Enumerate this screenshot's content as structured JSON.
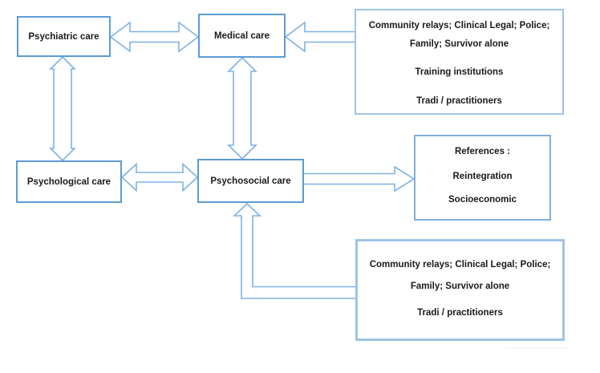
{
  "colors": {
    "box_border": "#5b9bd5",
    "panel_border": "#9dc3e6",
    "ref_border": "#7fafdf",
    "arrow_stroke": "#7fb2e5",
    "text_color": "#1a1a1a",
    "bg": "#ffffff"
  },
  "boxes": {
    "psychiatric": {
      "label": "Psychiatric care"
    },
    "medical": {
      "label": "Medical care"
    },
    "psychological": {
      "label": "Psychological care"
    },
    "psychosocial": {
      "label": "Psychosocial care"
    },
    "community_top": {
      "lines": [
        "Community relays; Clinical Legal; Police;",
        "Family; Survivor alone",
        "Training institutions",
        "Tradi / practitioners"
      ]
    },
    "references": {
      "lines": [
        "References :",
        "Reintegration",
        "Socioeconomic"
      ]
    },
    "community_bottom": {
      "lines": [
        "Community relays; Clinical Legal; Police;",
        "Family; Survivor alone",
        "Tradi / practitioners"
      ]
    }
  },
  "connections": [
    {
      "from": "Psychiatric care",
      "to": "Medical care",
      "type": "double-arrow"
    },
    {
      "from": "Psychiatric care",
      "to": "Psychological care",
      "type": "double-arrow"
    },
    {
      "from": "Medical care",
      "to": "Psychosocial care",
      "type": "double-arrow"
    },
    {
      "from": "Psychological care",
      "to": "Psychosocial care",
      "type": "double-arrow"
    },
    {
      "from": "Community relays (top)",
      "to": "Medical care",
      "type": "arrow"
    },
    {
      "from": "Psychosocial care",
      "to": "References",
      "type": "arrow"
    },
    {
      "from": "Community relays (bottom)",
      "to": "Psychosocial care",
      "type": "elbow-arrow"
    }
  ]
}
